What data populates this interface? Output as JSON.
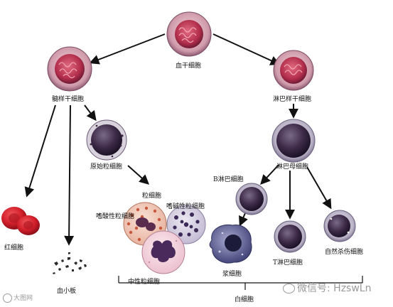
{
  "labels": {
    "hsc": "血干细胞",
    "myeloid_stem": "髓样干细胞",
    "lymphoid_stem": "淋巴样干细胞",
    "myeloblast": "原始粒细胞",
    "granulocyte": "粒细胞",
    "eosinophil": "嗜酸性粒细胞",
    "basophil": "嗜碱性粒细胞",
    "neutrophil": "中性粒细胞",
    "red_cell": "红细胞",
    "platelet": "血小板",
    "lymphoblast": "淋巴母细胞",
    "b_cell": "B淋巴细胞",
    "t_cell": "T淋巴细胞",
    "nk_cell": "自然杀伤细胞",
    "plasma_cell": "浆细胞",
    "white_cell": "白细胞"
  },
  "watermark": {
    "left": "大图网",
    "right": "微信号: HzswLn"
  },
  "colors": {
    "stem_outer": "#d9a6b4",
    "stem_inner": "#b8344e",
    "cell_dark": "#3a2742",
    "red_cell": "#d21f2b",
    "arrow": "#111111"
  }
}
